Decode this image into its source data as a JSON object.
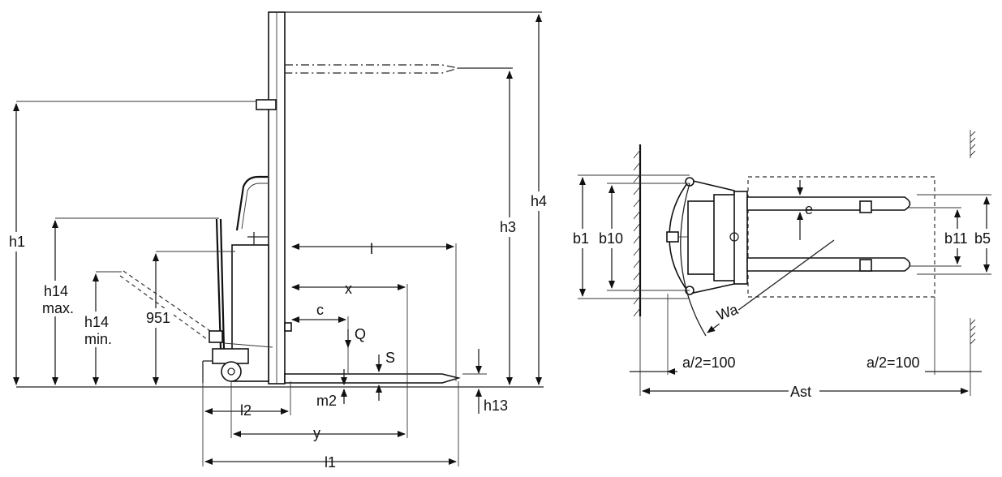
{
  "side_view": {
    "labels": {
      "h1": "h1",
      "h14_max_1": "h14",
      "h14_max_2": "max.",
      "h14_min_1": "h14",
      "h14_min_2": "min.",
      "dim_951": "951",
      "l": "l",
      "x": "x",
      "c": "c",
      "Q": "Q",
      "S": "S",
      "m2": "m2",
      "l2": "l2",
      "y": "y",
      "l1": "l1",
      "h3": "h3",
      "h4": "h4",
      "h13": "h13"
    }
  },
  "top_view": {
    "labels": {
      "b1": "b1",
      "b10": "b10",
      "e": "e",
      "b11": "b11",
      "b5": "b5",
      "Wa": "Wa",
      "a_left": "a/2=100",
      "a_right": "a/2=100",
      "Ast": "Ast"
    }
  }
}
